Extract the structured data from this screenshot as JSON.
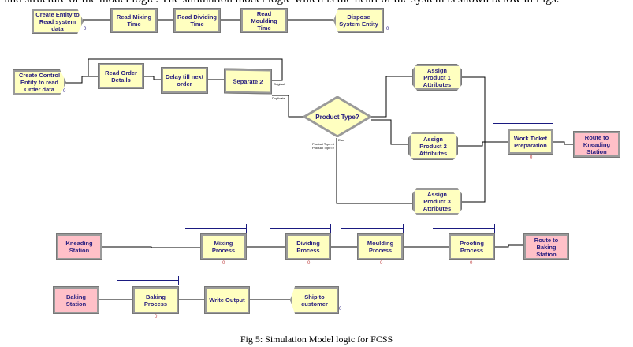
{
  "intro_text": "and structure of the model logic. The simulation model logic which is the heart of the system is shown below in Figs.",
  "caption": "Fig 5: Simulation Model logic for FCSS",
  "colors": {
    "process_fill": "#ffffc0",
    "station_fill": "#ffc0c8",
    "label": "#2a2080",
    "resource_bar": "#1a1a80"
  },
  "modules": {
    "create_entity": "Create Entity to Read system data",
    "read_mixing": "Read Mixing Time",
    "read_dividing": "Read Dividing Time",
    "read_moulding": "Read Moulding Time",
    "dispose_system": "Dispose System Entity",
    "create_control": "Create Control Entity to read Order data",
    "read_order": "Read Order Details",
    "delay": "Delay till next order",
    "separate": "Separate 2",
    "decide": "Product Type?",
    "assign1": "Assign Product 1 Attributes",
    "assign2": "Assign Product 2 Attributes",
    "assign3": "Assign Product 3 Attributes",
    "work_ticket": "Work Ticket Preparation",
    "route_kneading": "Route to Kneading Station",
    "kneading_station": "Kneading Station",
    "mixing": "Mixing Process",
    "dividing": "Dividing Process",
    "moulding": "Moulding Process",
    "proofing": "Proofing Process",
    "route_baking": "Route to Baking Station",
    "baking_station": "Baking Station",
    "baking": "Baking Process",
    "write_output": "Write Output",
    "ship": "Ship to customer"
  },
  "port_labels": {
    "original": "Original",
    "duplicate": "Duplicate",
    "else": "Else",
    "type1": "Product Type=1",
    "type2": "Product Type=2"
  },
  "counter": "0"
}
